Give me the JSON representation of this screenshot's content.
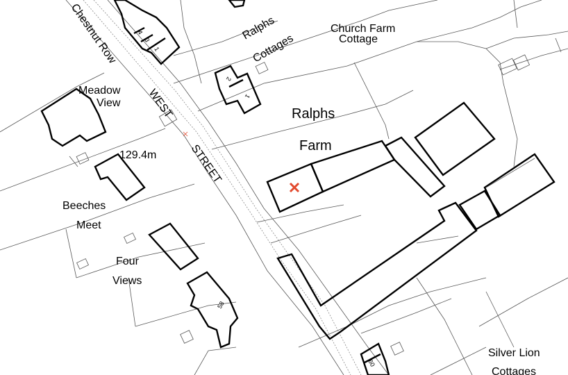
{
  "labels": {
    "chestnut_row": "Chestnut Row",
    "ralphs_cottages_1": "Ralphs",
    "ralphs_cottages_2": "Cottages",
    "church_farm_1": "Church Farm",
    "church_farm_2": "Cottage",
    "meadow_view_1": "Meadow",
    "meadow_view_2": "View",
    "west_street_1": "WEST",
    "west_street_2": "STREET",
    "ralphs_farm_1": "Ralphs",
    "ralphs_farm_2": "Farm",
    "spot_height": "129.4m",
    "beeches_meet_1": "Beeches",
    "beeches_meet_2": "Meet",
    "four_views_1": "Four",
    "four_views_2": "Views",
    "silver_lion_1": "Silver Lion",
    "silver_lion_2": "Cottages"
  },
  "house_numbers": {
    "n4": "4",
    "n3": "3",
    "n1": "1",
    "n2": "2",
    "n1b": "1",
    "n58": "58",
    "n60": "60"
  },
  "colors": {
    "marker": "#e2492d",
    "building": "#000000",
    "boundary": "#555555"
  },
  "marker_icon": "cross-marker-icon"
}
